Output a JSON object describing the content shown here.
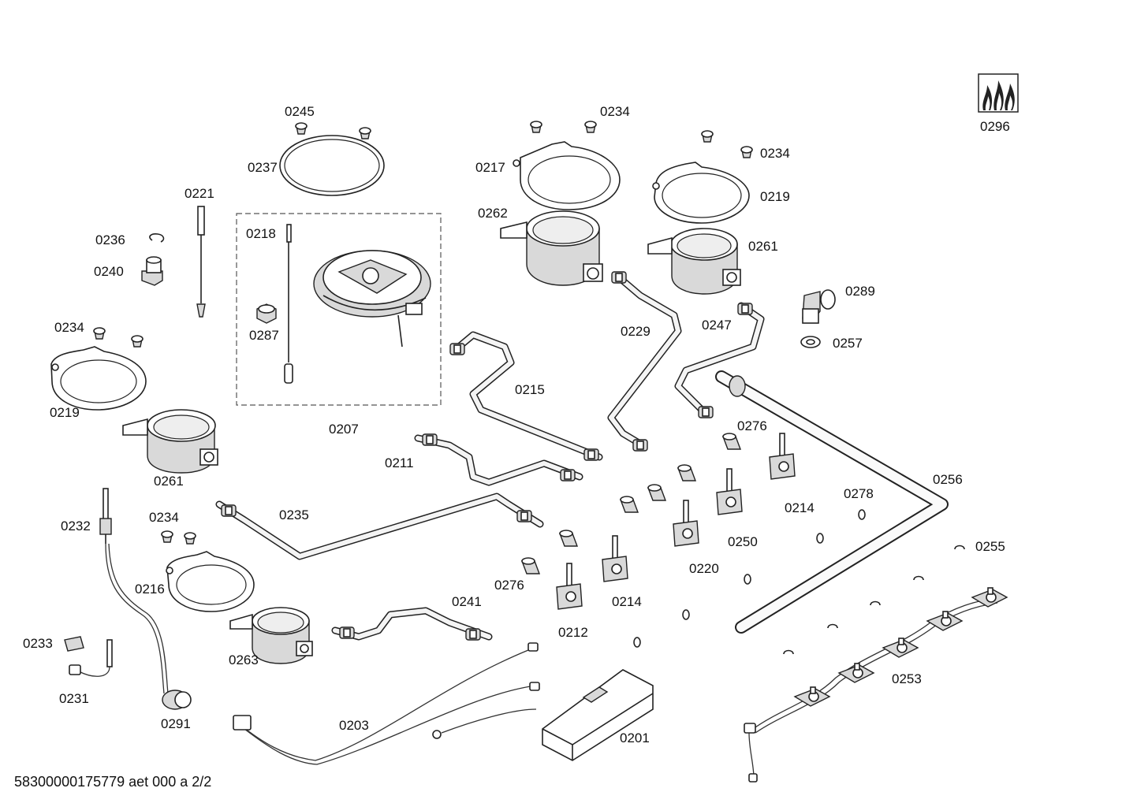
{
  "footer_text": "58300000175779 aet 000 a 2/2",
  "part_labels": [
    "0296",
    "0245",
    "0234",
    "0237",
    "0217",
    "0234",
    "0219",
    "0221",
    "0262",
    "0261",
    "0218",
    "0236",
    "0240",
    "0289",
    "0234",
    "0287",
    "0229",
    "0247",
    "0257",
    "0219",
    "0215",
    "0276",
    "0207",
    "0261",
    "0211",
    "0256",
    "0214",
    "0278",
    "0232",
    "0234",
    "0235",
    "0250",
    "0220",
    "0255",
    "0216",
    "0276",
    "0241",
    "0214",
    "0212",
    "0233",
    "0263",
    "0253",
    "0231",
    "0291",
    "0203",
    "0201"
  ]
}
